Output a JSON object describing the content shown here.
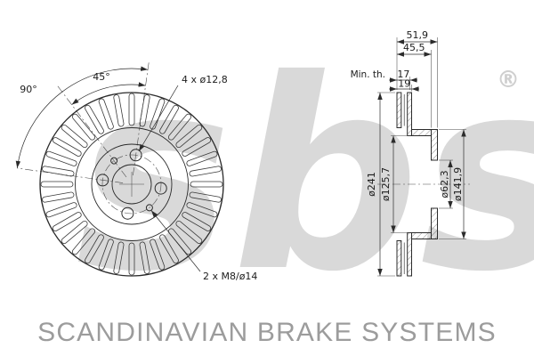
{
  "watermark": {
    "text": "sbs",
    "registered_mark": "®"
  },
  "footer": {
    "brand_text": "SCANDINAVIAN BRAKE SYSTEMS"
  },
  "front_view": {
    "angle_small": "45°",
    "angle_large": "90°",
    "mounting_holes_label": "4 x ø12,8",
    "thread_holes_label": "2 x M8/ø14"
  },
  "section_view": {
    "overall_width": "51,9",
    "hat_depth": "45,5",
    "min_thickness_label": "Min. th.",
    "min_thickness_value": "17",
    "thickness_value": "19",
    "outer_diameter": "ø241",
    "inner_diameter": "ø125,7",
    "centre_bore": "ø62,3",
    "hat_outer_diameter": "ø141,9"
  },
  "colors": {
    "line": "#2b2b2b",
    "watermark": "#d9d9d9",
    "footer_text": "#9c9c9c",
    "hatch": "#5a5a5a"
  }
}
